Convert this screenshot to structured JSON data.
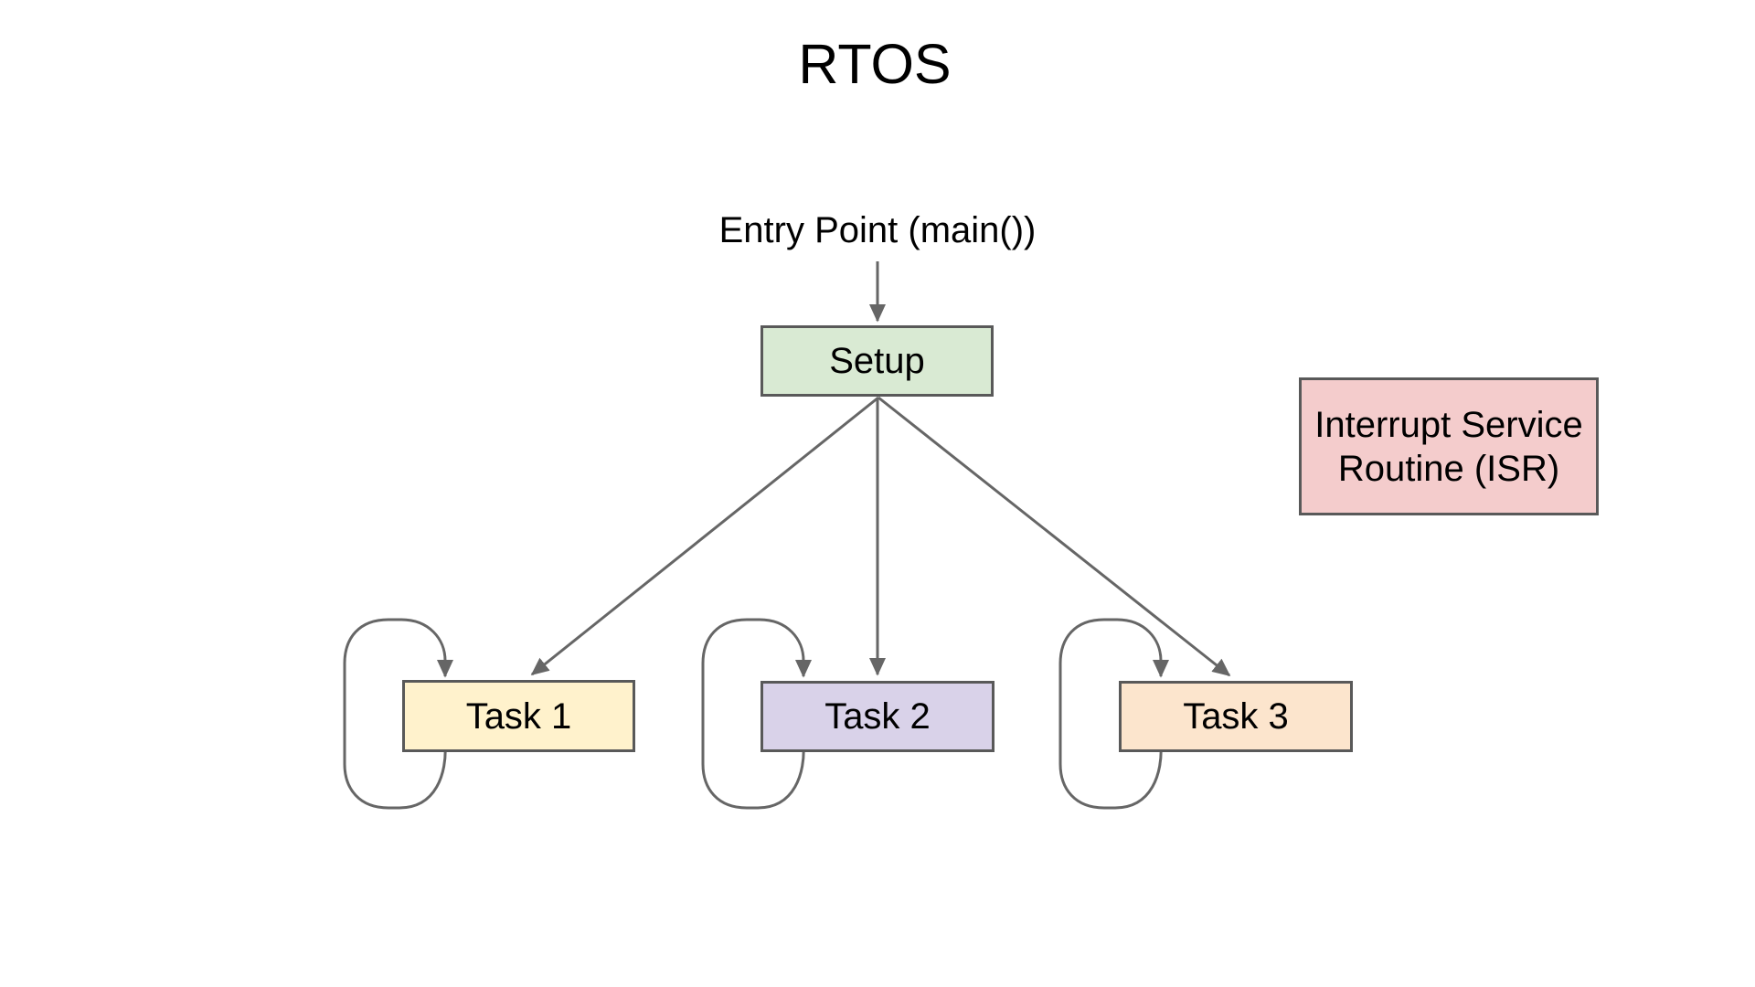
{
  "title": "RTOS",
  "entry_point": {
    "label": "Entry Point (main())"
  },
  "boxes": {
    "setup": {
      "label": "Setup",
      "fill": "#d9ead3"
    },
    "isr": {
      "label": "Interrupt Service Routine (ISR)",
      "fill": "#f4cccc"
    },
    "task1": {
      "label": "Task 1",
      "fill": "#fff2cc"
    },
    "task2": {
      "label": "Task 2",
      "fill": "#d9d2e9"
    },
    "task3": {
      "label": "Task 3",
      "fill": "#fce5cd"
    }
  },
  "connectors": {
    "entry_to_setup": "arrow",
    "setup_to_task1": "arrow",
    "setup_to_task2": "arrow",
    "setup_to_task3": "arrow",
    "task1_self_loop": "loop-arrow",
    "task2_self_loop": "loop-arrow",
    "task3_self_loop": "loop-arrow"
  },
  "colors": {
    "background": "#ffffff",
    "box_border": "#595959",
    "arrow": "#666666",
    "text": "#000000"
  }
}
